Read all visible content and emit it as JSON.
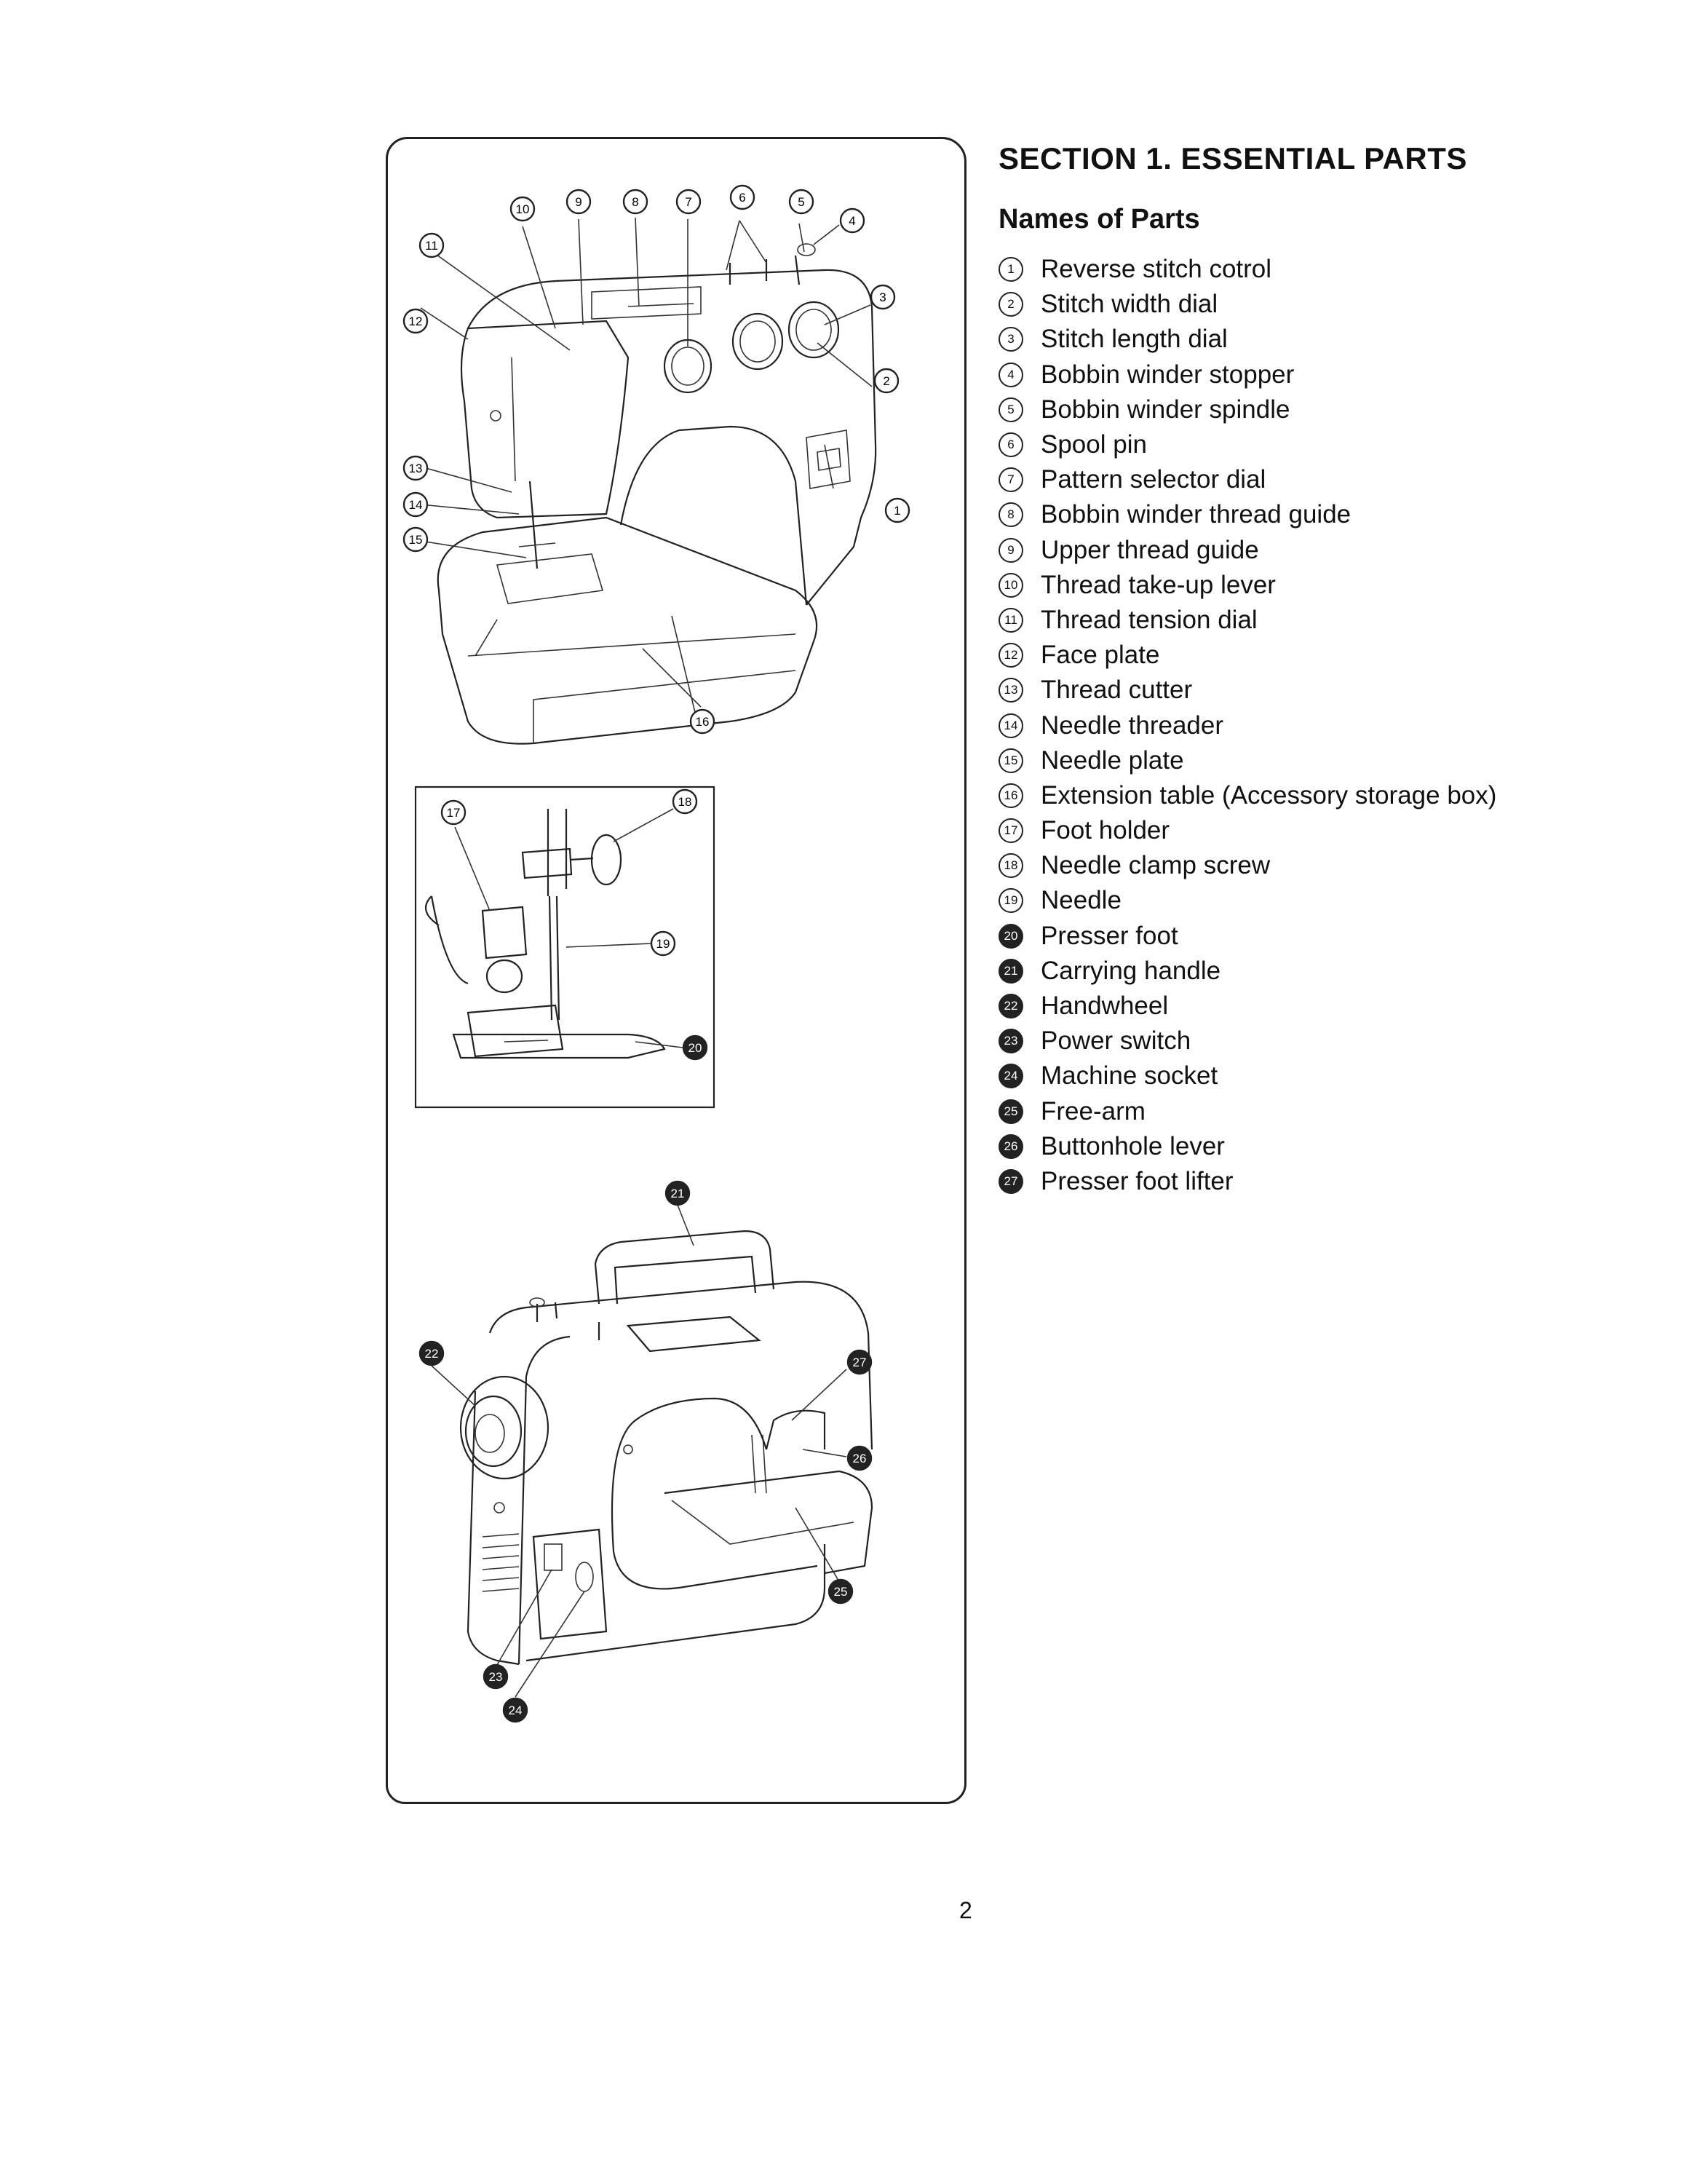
{
  "section_title": "SECTION 1. ESSENTIAL PARTS",
  "subsection_title": "Names of Parts",
  "parts": [
    {
      "number": "1",
      "name": "Reverse stitch cotrol"
    },
    {
      "number": "2",
      "name": "Stitch width dial"
    },
    {
      "number": "3",
      "name": "Stitch length dial"
    },
    {
      "number": "4",
      "name": "Bobbin winder stopper"
    },
    {
      "number": "5",
      "name": "Bobbin winder spindle"
    },
    {
      "number": "6",
      "name": "Spool pin"
    },
    {
      "number": "7",
      "name": "Pattern selector dial"
    },
    {
      "number": "8",
      "name": "Bobbin winder thread guide"
    },
    {
      "number": "9",
      "name": "Upper thread guide"
    },
    {
      "number": "10",
      "name": "Thread take-up lever"
    },
    {
      "number": "11",
      "name": "Thread tension dial"
    },
    {
      "number": "12",
      "name": "Face plate"
    },
    {
      "number": "13",
      "name": "Thread cutter"
    },
    {
      "number": "14",
      "name": "Needle threader"
    },
    {
      "number": "15",
      "name": "Needle plate"
    },
    {
      "number": "16",
      "name": "Extension table (Accessory storage box)"
    },
    {
      "number": "17",
      "name": "Foot holder"
    },
    {
      "number": "18",
      "name": "Needle clamp screw"
    },
    {
      "number": "19",
      "name": "Needle"
    },
    {
      "number": "20",
      "name": "Presser foot"
    },
    {
      "number": "21",
      "name": "Carrying handle"
    },
    {
      "number": "22",
      "name": "Handwheel"
    },
    {
      "number": "23",
      "name": "Power switch"
    },
    {
      "number": "24",
      "name": "Machine socket"
    },
    {
      "number": "25",
      "name": "Free-arm"
    },
    {
      "number": "26",
      "name": "Buttonhole lever"
    },
    {
      "number": "27",
      "name": "Presser foot lifter"
    }
  ],
  "figure_callouts": [
    "1",
    "2",
    "3",
    "4",
    "5",
    "6",
    "7",
    "8",
    "9",
    "10",
    "11",
    "12",
    "13",
    "14",
    "15",
    "16",
    "17",
    "18",
    "19",
    "20",
    "21",
    "22",
    "23",
    "24",
    "25",
    "26",
    "27"
  ],
  "page_number": "2"
}
